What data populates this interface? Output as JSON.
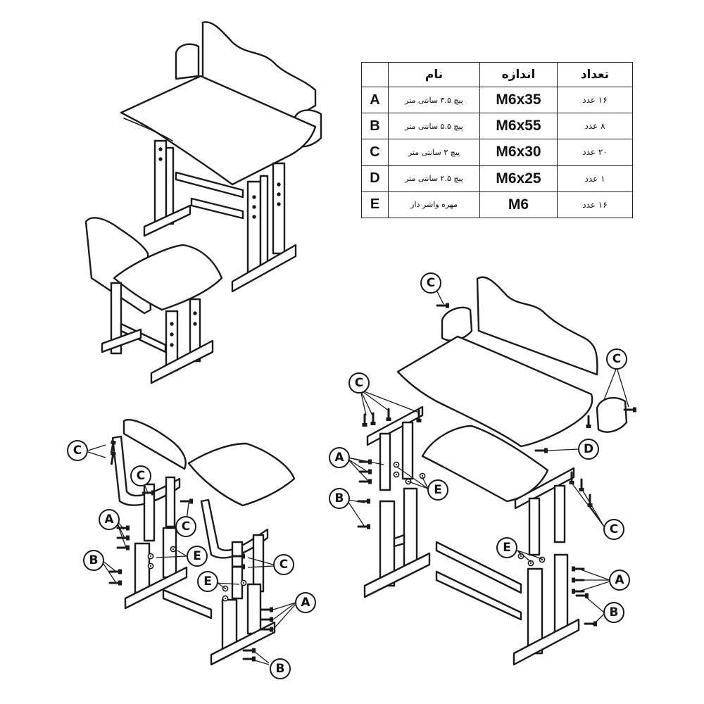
{
  "parts_table": {
    "headers": {
      "count": "تعداد",
      "size": "اندازه",
      "name": "نام"
    },
    "rows": [
      {
        "letter": "A",
        "name": "پیچ ۳.۵ سانتی متر",
        "size": "M6x35",
        "count": "۱۶ عدد"
      },
      {
        "letter": "B",
        "name": "پیچ ۵.۵ سانتی متر",
        "size": "M6x55",
        "count": "۸ عدد"
      },
      {
        "letter": "C",
        "name": "پیچ ۳ سانتی متر",
        "size": "M6x30",
        "count": "۲۰ عدد"
      },
      {
        "letter": "D",
        "name": "پیچ ۲.۵ سانتی متر",
        "size": "M6x25",
        "count": "۱ عدد"
      },
      {
        "letter": "E",
        "name": "مهره واشر دار",
        "size": "M6",
        "count": "۱۶ عدد"
      }
    ]
  },
  "callouts": {
    "chair": {
      "c_left": "C",
      "c_mid": "C",
      "c_right_top": "C",
      "c_right": "C",
      "a_left": "A",
      "a_right": "A",
      "b_left": "B",
      "b_bottom": "B",
      "e_left": "E",
      "e_right": "E"
    },
    "desk": {
      "c_top": "C",
      "c_left": "C",
      "c_panel": "C",
      "c_right": "C",
      "d": "D",
      "a_left": "A",
      "a_right": "A",
      "b_left": "B",
      "b_right": "B",
      "e_left": "E",
      "e_right": "E"
    }
  },
  "line_color": "#1a1a1a",
  "background": "#ffffff"
}
